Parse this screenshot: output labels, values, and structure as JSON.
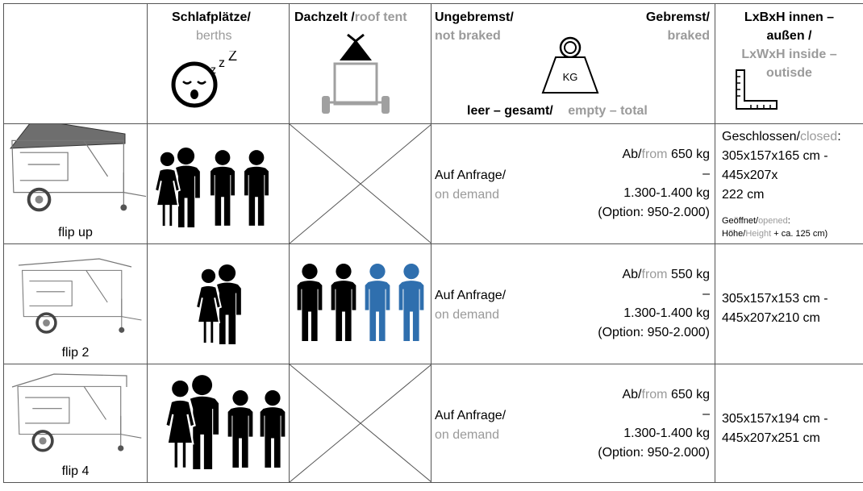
{
  "header": {
    "berths_de": "Schlafplätze/",
    "berths_en": "berths",
    "rooftent_de": "Dachzelt /",
    "rooftent_en": "roof tent",
    "unbraked_de": "Ungebremst/",
    "unbraked_en": "not braked",
    "braked_de": "Gebremst/",
    "braked_en": "braked",
    "weight_badge": "KG",
    "empty_total_de": "leer – gesamt/",
    "empty_total_en": "empty – total",
    "dims_de_1": "LxBxH innen –",
    "dims_de_2": "außen /",
    "dims_en_1": "LxWxH inside –",
    "dims_en_2": "outisde",
    "sleep_glyph": "z z Z"
  },
  "rows": [
    {
      "model": "flip up",
      "demand_de": "Auf Anfrage/",
      "demand_en": "on demand",
      "ab": "Ab/",
      "from": "from",
      "empty_weight": "650 kg",
      "dash": "–",
      "total_weight": "1.300-1.400 kg",
      "option": "(Option: 950-2.000)",
      "closed_de": "Geschlossen/",
      "closed_en": "closed",
      "closed_colon": ":",
      "dims_line1": "305x157x165 cm -",
      "dims_line2": "445x207x",
      "dims_line3": "222 cm",
      "opened_de": "Geöffnet/",
      "opened_en": "opened",
      "opened_colon": ":",
      "height_de": "Höhe/",
      "height_en": "Height",
      "height_add": "+ ca. 125 cm)",
      "berths_adults": 4,
      "rooftent": "none"
    },
    {
      "model": "flip 2",
      "demand_de": "Auf Anfrage/",
      "demand_en": "on demand",
      "ab": "Ab/",
      "from": "from",
      "empty_weight": "550 kg",
      "dash": "–",
      "total_weight": "1.300-1.400 kg",
      "option": "(Option: 950-2.000)",
      "dims_line1": "305x157x153 cm -",
      "dims_line2": "445x207x210 cm",
      "berths_adults": 2,
      "rooftent": "4 persons (2 black, 2 blue)"
    },
    {
      "model": "flip 4",
      "demand_de": "Auf Anfrage/",
      "demand_en": "on demand",
      "ab": "Ab/",
      "from": "from",
      "empty_weight": "650 kg",
      "dash": "–",
      "total_weight": "1.300-1.400 kg",
      "option": "(Option: 950-2.000)",
      "dims_line1": "305x157x194 cm -",
      "dims_line2": "445x207x251 cm",
      "berths_adults": 4,
      "rooftent": "none"
    }
  ],
  "colors": {
    "gray_text": "#9a9a9a",
    "blue_person": "#2f6fae",
    "black_person": "#000000",
    "icon_gray": "#a0a0a0"
  }
}
